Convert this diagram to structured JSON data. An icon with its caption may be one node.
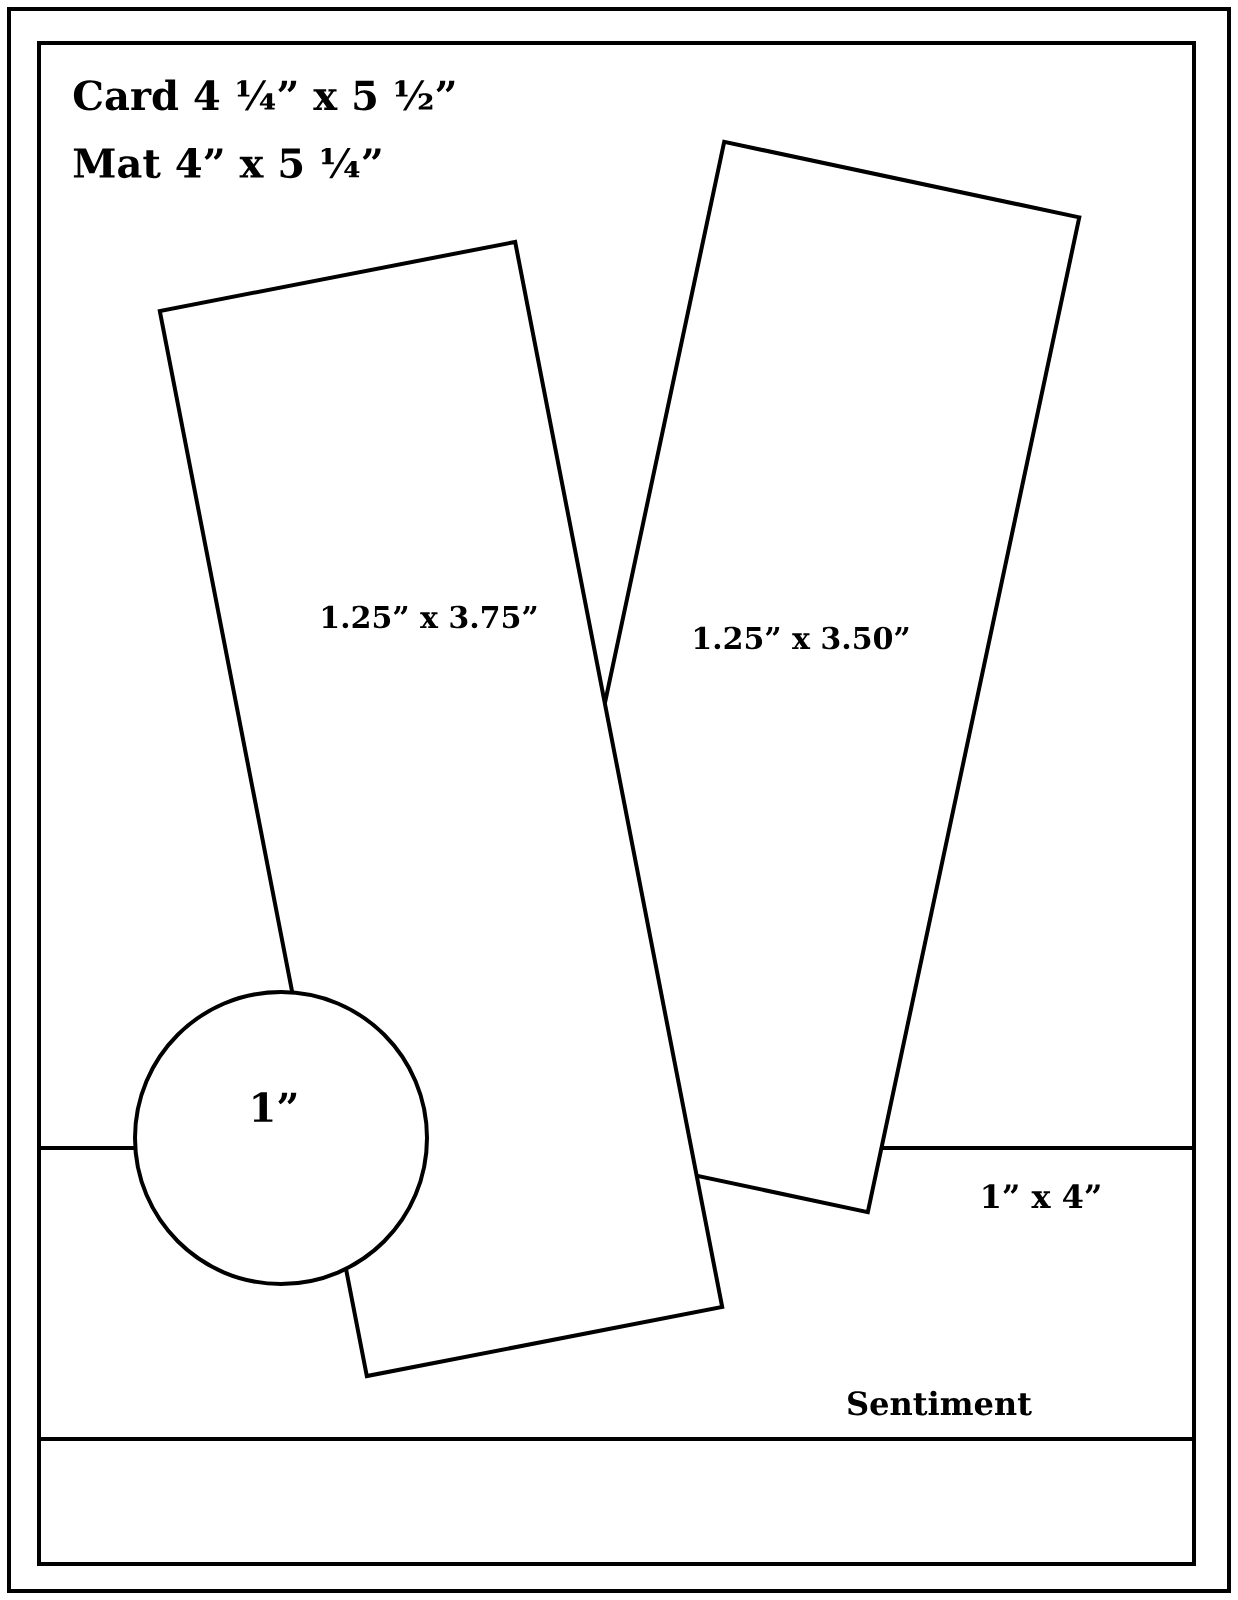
{
  "diagram": {
    "nodes": [
      {
        "text": [
          "1.25” x 3.75”"
        ]
      },
      {
        "text": [
          "1.25” x 3.50”"
        ]
      },
      {
        "text": [
          "1”"
        ]
      },
      {
        "text": [
          "1” x 4”",
          "Sentiment"
        ]
      }
    ],
    "labels": [
      "Card 4 ¼” x 5 ½”",
      "Mat 4” x 5 ¼”"
    ]
  }
}
